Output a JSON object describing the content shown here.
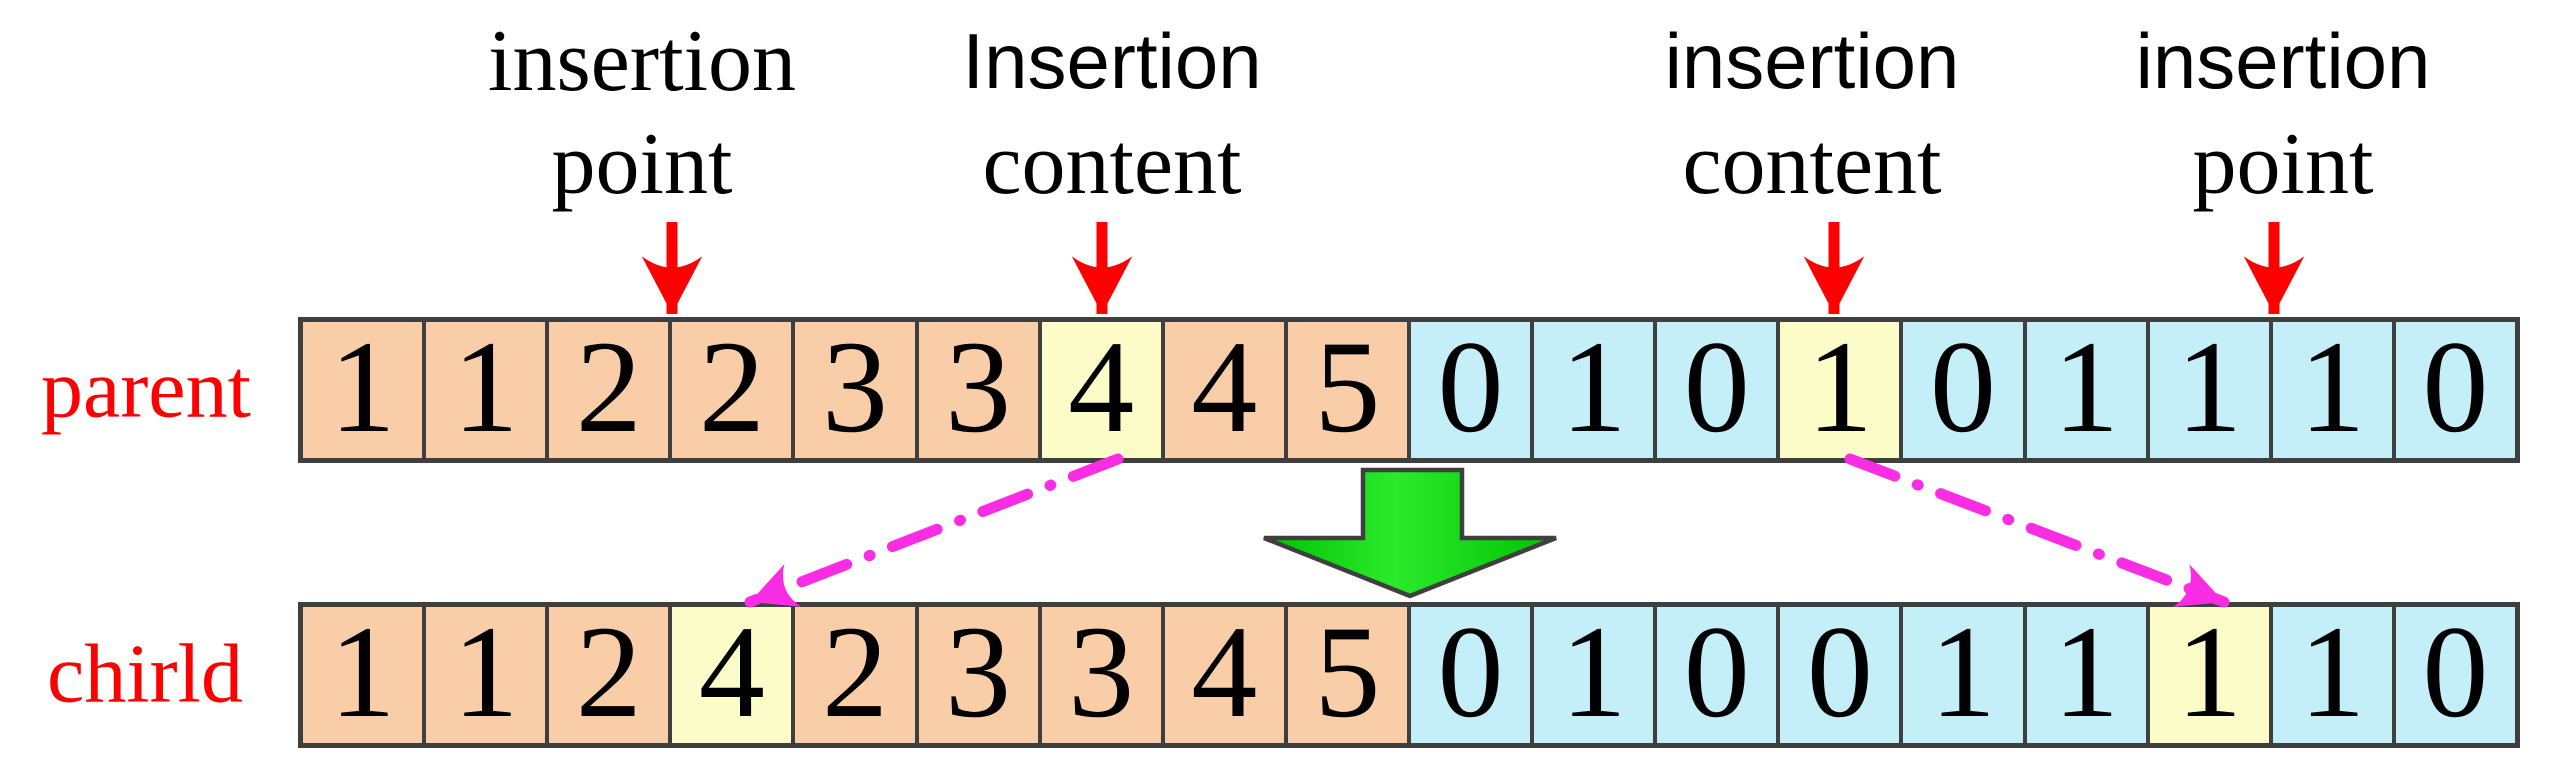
{
  "figure_type": "insertion-mutation genetic-operator diagram",
  "annotations": {
    "left_point": {
      "line1": "insertion",
      "line2": "point"
    },
    "left_content": {
      "line1": "Insertion",
      "line2": "content"
    },
    "right_content": {
      "line1": "insertion",
      "line2": "content"
    },
    "right_point": {
      "line1": "insertion",
      "line2": "point"
    }
  },
  "rows": {
    "parent": {
      "label": "parent",
      "values": [
        "1",
        "1",
        "2",
        "2",
        "3",
        "3",
        "4",
        "4",
        "5",
        "0",
        "1",
        "0",
        "1",
        "0",
        "1",
        "1",
        "1",
        "0"
      ],
      "peach_count": 9,
      "highlighted_indices": [
        6,
        12
      ]
    },
    "child": {
      "label": "chirld",
      "values": [
        "1",
        "1",
        "2",
        "4",
        "2",
        "3",
        "3",
        "4",
        "5",
        "0",
        "1",
        "0",
        "0",
        "1",
        "1",
        "1",
        "1",
        "0"
      ],
      "peach_count": 9,
      "highlighted_indices": [
        3,
        15
      ]
    }
  },
  "colors": {
    "peach": "#facda9",
    "cyan": "#c4eff8",
    "highlight_yellow": "#fcfcc8",
    "grid_line": "#3f3f3f",
    "label_red": "#ff0000",
    "arrow_red": "#ff0000",
    "arrow_green": "#12d912",
    "arrow_green_dark": "#00c103",
    "arrow_magenta": "#fa2de4"
  }
}
